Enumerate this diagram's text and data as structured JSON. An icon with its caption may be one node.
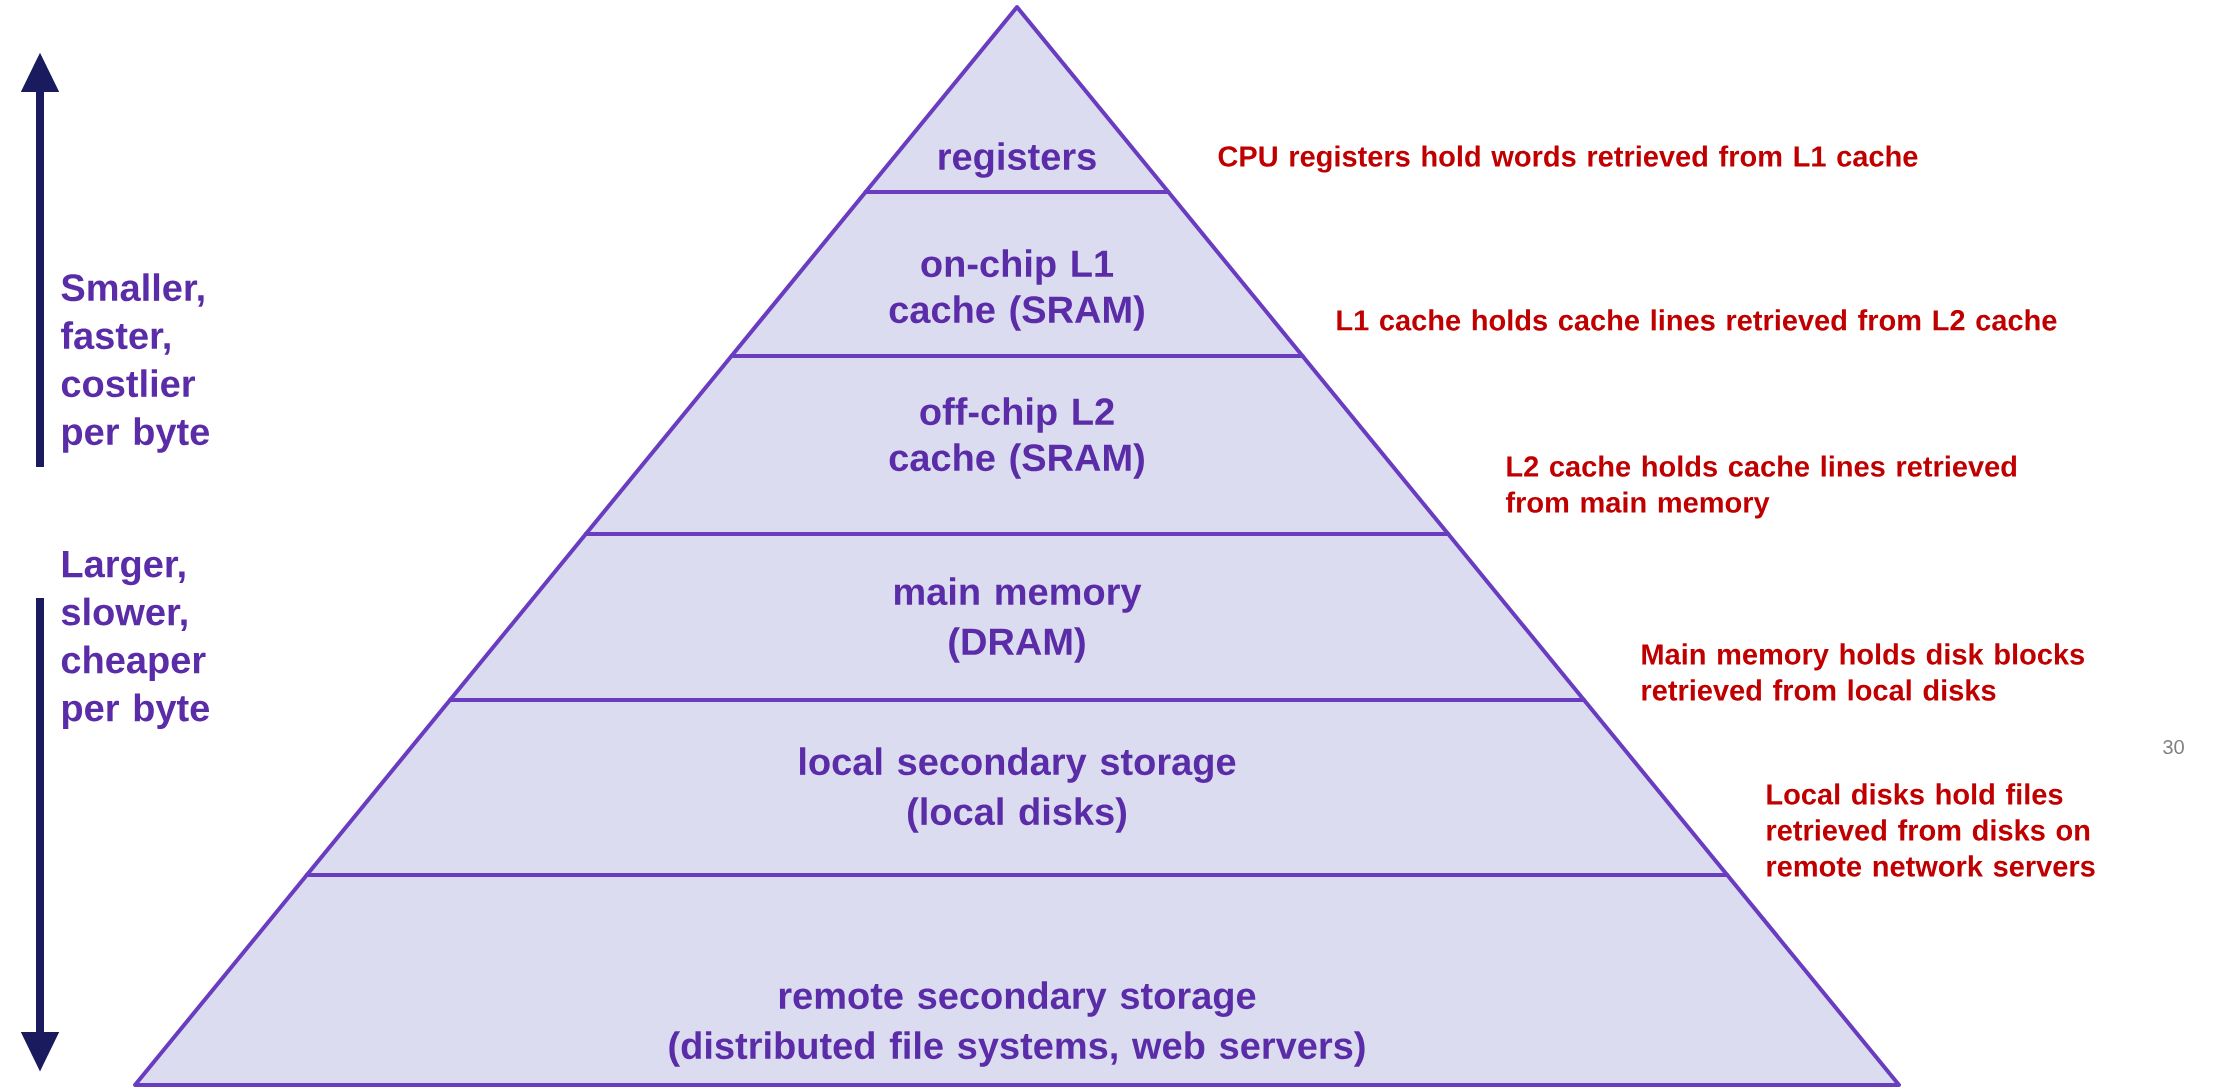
{
  "diagram": {
    "nodes": [
      {
        "text": [
          "registers"
        ]
      },
      {
        "text": [
          "on-chip L1 cache (SRAM)"
        ]
      },
      {
        "text": [
          "off-chip L2 cache (SRAM)"
        ]
      },
      {
        "text": [
          "main memory",
          "(DRAM)"
        ]
      },
      {
        "text": [
          "local secondary storage",
          "(local disks)"
        ]
      },
      {
        "text": [
          "remote secondary storage",
          "(distributed file systems, web servers)"
        ]
      }
    ],
    "edges": [],
    "labels": [
      "CPU registers hold words retrieved from L1 cache",
      "Smaller, faster, costlier per byte",
      "L1 cache holds cache lines retrieved from L2 cache",
      "L2 cache holds cache lines retrieved from main memory",
      "Larger, slower, cheaper per byte",
      "Main memory holds disk blocks retrieved from local disks",
      "Local disks hold files retrieved from disks on remote network servers",
      "30"
    ]
  }
}
